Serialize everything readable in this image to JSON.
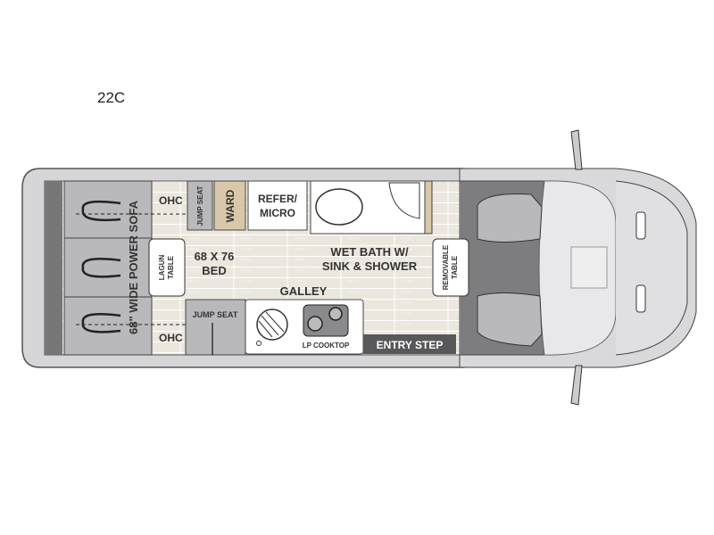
{
  "floorplan": {
    "model": "22C",
    "labels": {
      "sofa": "68\" WIDE POWER SOFA",
      "ohc_top": "OHC",
      "ohc_bottom": "OHC",
      "jump_seat_top": "JUMP SEAT",
      "jump_seat_bottom": "JUMP SEAT",
      "ward": "WARD",
      "refer_line1": "REFER/",
      "refer_line2": "MICRO",
      "lagun_line1": "LAGUN",
      "lagun_line2": "TABLE",
      "bed_line1": "68 X 76",
      "bed_line2": "BED",
      "bath_line1": "WET BATH W/",
      "bath_line2": "SINK & SHOWER",
      "galley": "GALLEY",
      "cooktop": "LP COOKTOP",
      "entry_step": "ENTRY STEP",
      "removable_line1": "REMOVABLE",
      "removable_line2": "TABLE"
    },
    "colors": {
      "floor": "#ece7de",
      "cabinet_grey": "#b9b9bb",
      "ward_tan": "#d8c8a9",
      "entry_step": "#58585a",
      "cab_floor": "#7d7d80"
    }
  }
}
